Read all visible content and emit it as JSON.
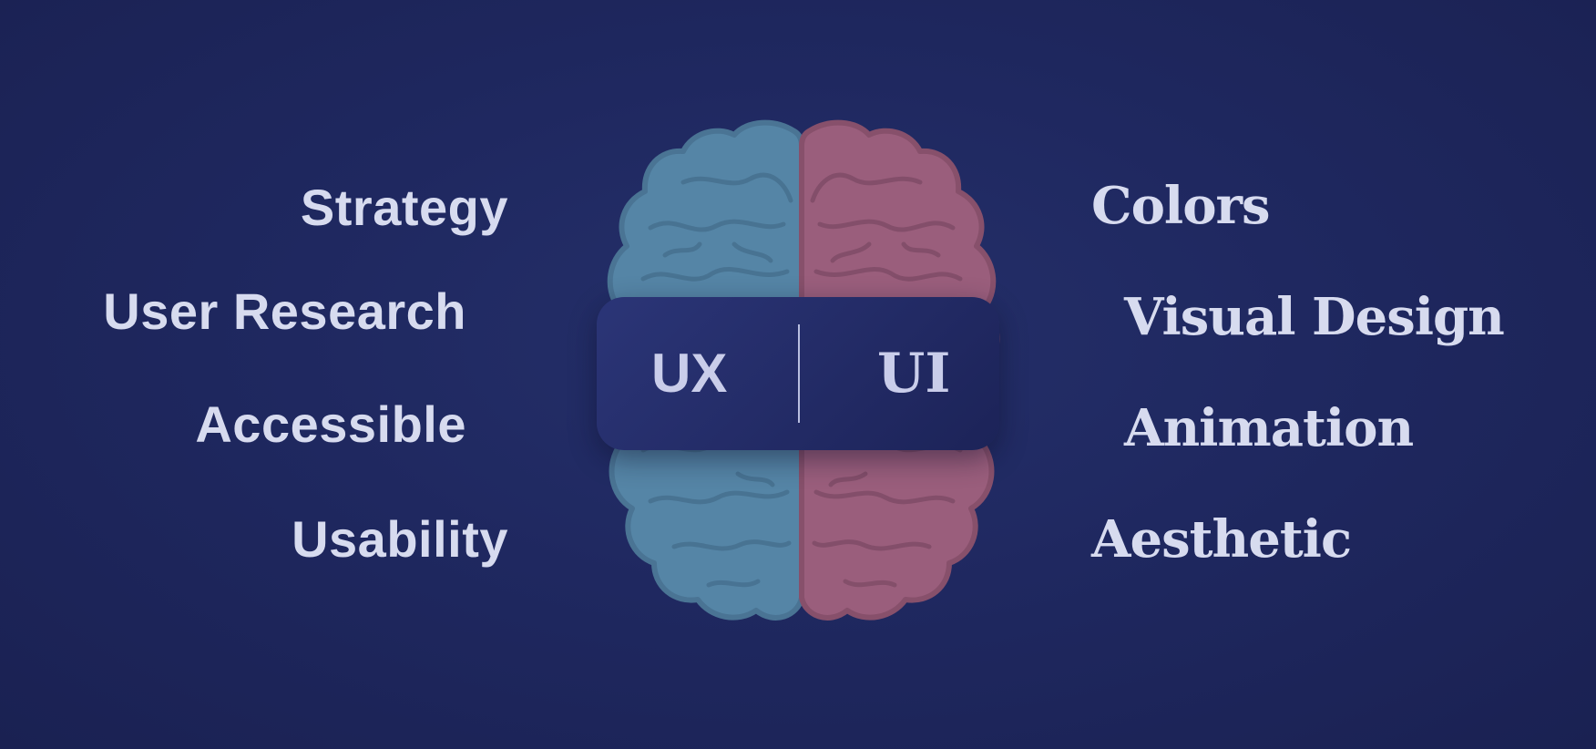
{
  "ux_terms": [
    "Strategy",
    "User Research",
    "Accessible",
    "Usability"
  ],
  "ui_terms": [
    "Colors",
    "Visual Design",
    "Animation",
    "Aesthetic"
  ],
  "badge": {
    "left_label": "UX",
    "right_label": "UI"
  },
  "colors": {
    "background": "#1f2860",
    "ux_hemisphere": "#5585a6",
    "ui_hemisphere": "#9a5e7c",
    "text": "#d7dbef"
  }
}
